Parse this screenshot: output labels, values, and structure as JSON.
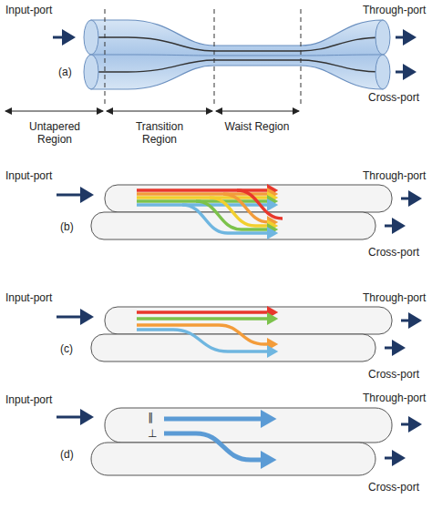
{
  "diagram": {
    "labels": [
      "Input-port",
      "Through-port",
      "(a)",
      "Cross-port",
      "Untapered Region",
      "Transition Region",
      "Waist Region",
      "Input-port",
      "Through-port",
      "(b)",
      "Cross-port",
      "Input-port",
      "Through-port",
      "(c)",
      "Cross-port",
      "Input-port",
      "Through-port",
      "(d)",
      "∥",
      "⊥",
      "Cross-port"
    ]
  }
}
